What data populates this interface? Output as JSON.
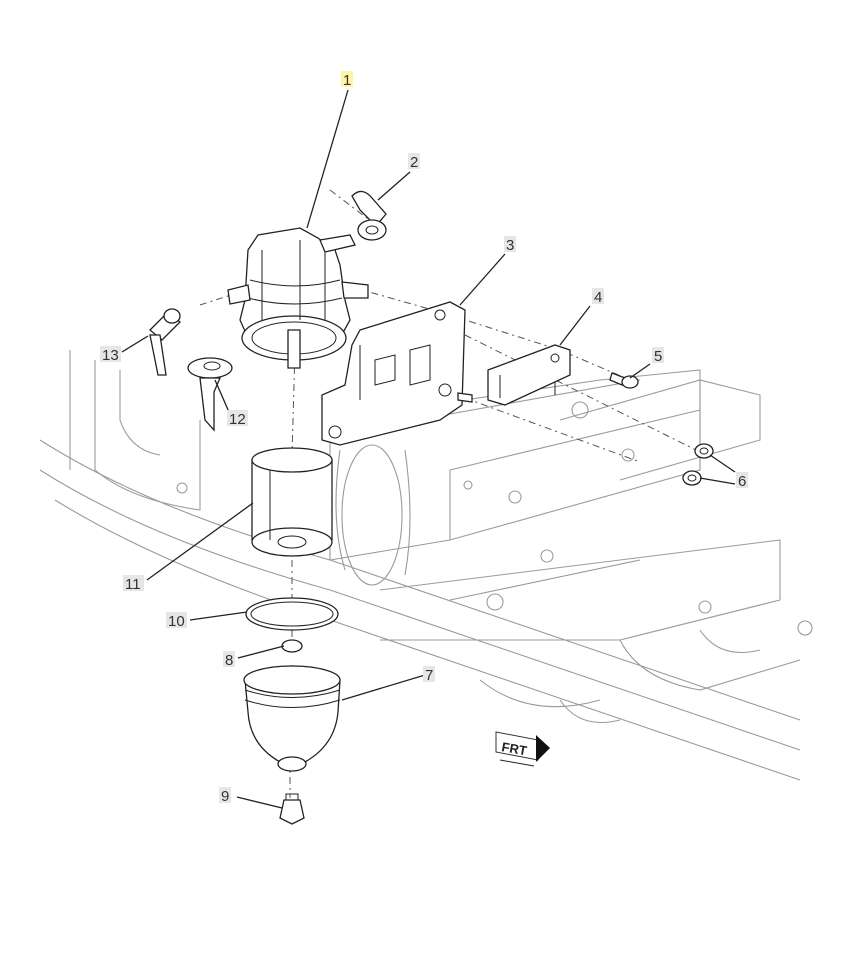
{
  "diagram": {
    "callouts": [
      {
        "id": 1,
        "label": "1"
      },
      {
        "id": 2,
        "label": "2"
      },
      {
        "id": 3,
        "label": "3"
      },
      {
        "id": 4,
        "label": "4"
      },
      {
        "id": 5,
        "label": "5"
      },
      {
        "id": 6,
        "label": "6"
      },
      {
        "id": 7,
        "label": "7"
      },
      {
        "id": 8,
        "label": "8"
      },
      {
        "id": 9,
        "label": "9"
      },
      {
        "id": 10,
        "label": "10"
      },
      {
        "id": 11,
        "label": "11"
      },
      {
        "id": 12,
        "label": "12"
      },
      {
        "id": 13,
        "label": "13"
      }
    ],
    "direction_badge": "FRT",
    "highlight_color": "#fff3a6",
    "label_bg_color": "#e6e6e6"
  }
}
